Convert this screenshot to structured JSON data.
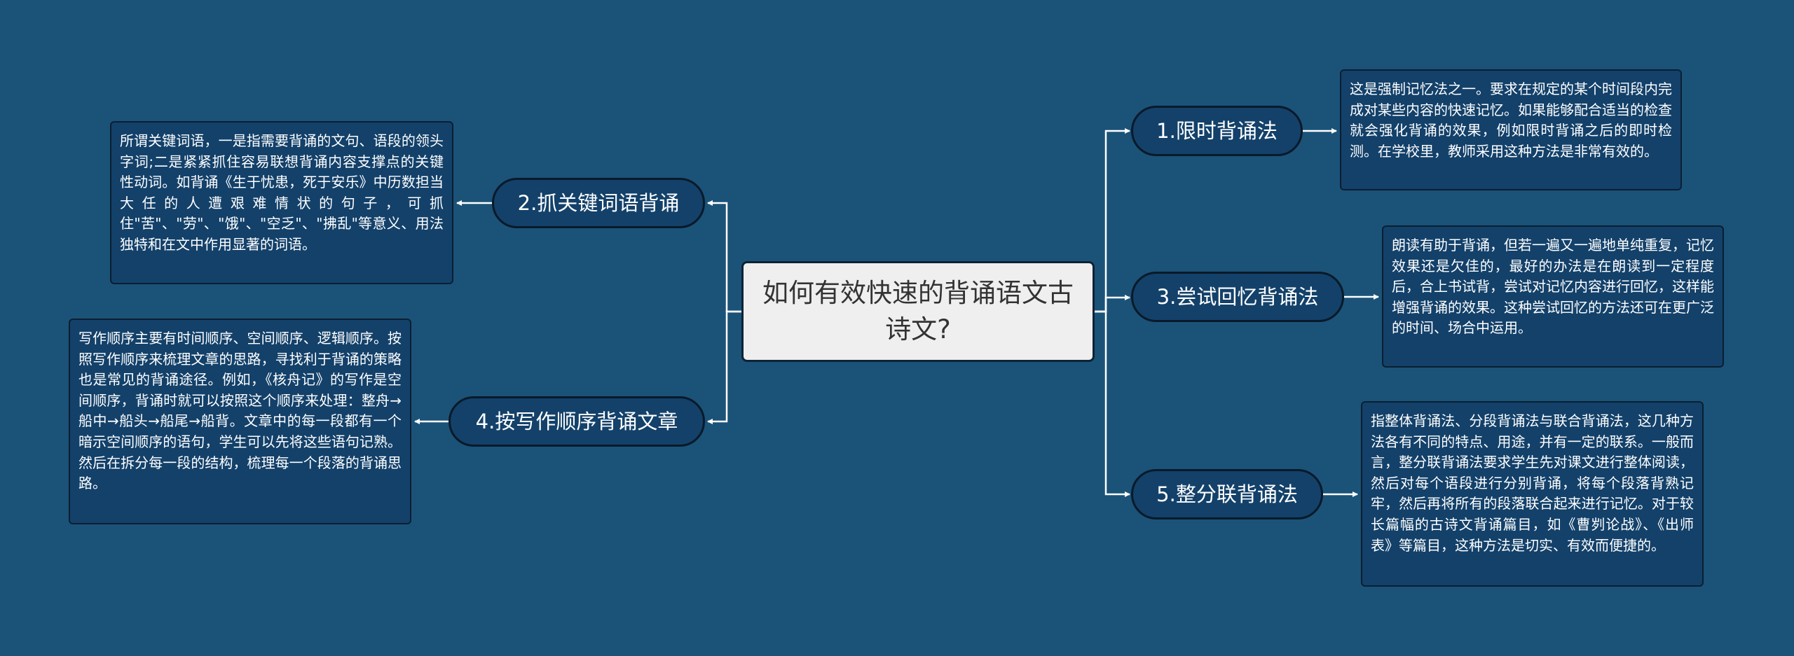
{
  "colors": {
    "background": "#1b5278",
    "node_fill": "#13416a",
    "center_fill": "#efefef",
    "line": "#ffffff"
  },
  "center": {
    "title": "如何有效快速的背诵语文古诗文?"
  },
  "topics": [
    {
      "label": "1.限时背诵法",
      "note": "这是强制记忆法之一。要求在规定的某个时间段内完成对某些内容的快速记忆。如果能够配合适当的检查就会强化背诵的效果，例如限时背诵之后的即时检测。在学校里，教师采用这种方法是非常有效的。"
    },
    {
      "label": "2.抓关键词语背诵",
      "note": "所谓关键词语，一是指需要背诵的文句、语段的领头字词;二是紧紧抓住容易联想背诵内容支撑点的关键性动词。如背诵《生于忧患，死于安乐》中历数担当大任的人遭艰难情状的句子，可抓住\"苦\"、\"劳\"、\"饿\"、\"空乏\"、\"拂乱\"等意义、用法独特和在文中作用显著的词语。"
    },
    {
      "label": "3.尝试回忆背诵法",
      "note": "朗读有助于背诵，但若一遍又一遍地单纯重复，记忆效果还是欠佳的，最好的办法是在朗读到一定程度后，合上书试背，尝试对记忆内容进行回忆，这样能增强背诵的效果。这种尝试回忆的方法还可在更广泛的时间、场合中运用。"
    },
    {
      "label": "4.按写作顺序背诵文章",
      "note": "写作顺序主要有时间顺序、空间顺序、逻辑顺序。按照写作顺序来梳理文章的思路，寻找利于背诵的策略也是常见的背诵途径。例如，《核舟记》的写作是空间顺序，背诵时就可以按照这个顺序来处理：整舟→船中→船头→船尾→船背。文章中的每一段都有一个暗示空间顺序的语句，学生可以先将这些语句记熟。然后在拆分每一段的结构，梳理每一个段落的背诵思路。"
    },
    {
      "label": "5.整分联背诵法",
      "note": "指整体背诵法、分段背诵法与联合背诵法，这几种方法各有不同的特点、用途，并有一定的联系。一般而言，整分联背诵法要求学生先对课文进行整体阅读，然后对每个语段进行分别背诵，将每个段落背熟记牢，然后再将所有的段落联合起来进行记忆。对于较长篇幅的古诗文背诵篇目，如《曹刿论战》、《出师表》等篇目，这种方法是切实、有效而便捷的。"
    }
  ]
}
